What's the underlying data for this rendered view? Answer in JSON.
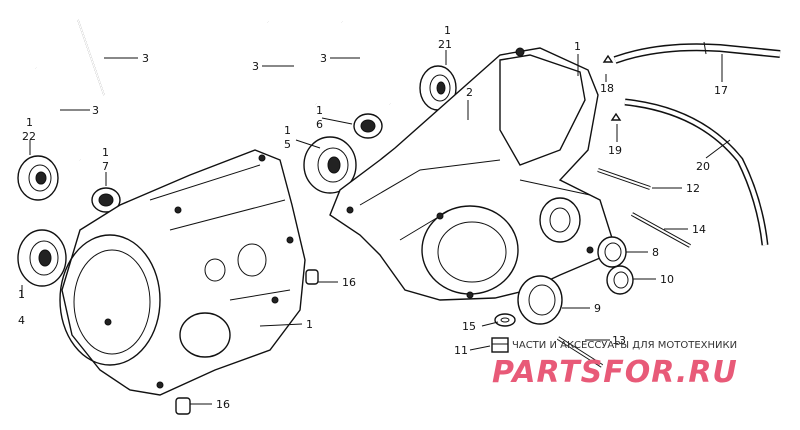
{
  "watermark": {
    "line1": "ЧАСТИ И АКСЕССУАРЫ ДЛЯ МОТОТЕХНИКИ",
    "line2": "PARTSFOR.RU"
  },
  "labels": [
    {
      "id": "l3a",
      "text": "3"
    },
    {
      "id": "l3b",
      "text": "3"
    },
    {
      "id": "l3c",
      "text": "3"
    },
    {
      "id": "l3d",
      "text": "3"
    },
    {
      "id": "l1_22",
      "text": "1"
    },
    {
      "id": "l22",
      "text": "22"
    },
    {
      "id": "l1_7",
      "text": "1"
    },
    {
      "id": "l7",
      "text": "7"
    },
    {
      "id": "l1_4",
      "text": "1"
    },
    {
      "id": "l4",
      "text": "4"
    },
    {
      "id": "l1_21",
      "text": "1"
    },
    {
      "id": "l21",
      "text": "21"
    },
    {
      "id": "l1_6",
      "text": "1"
    },
    {
      "id": "l6",
      "text": "6"
    },
    {
      "id": "l1_5",
      "text": "1"
    },
    {
      "id": "l5",
      "text": "5"
    },
    {
      "id": "l2",
      "text": "2"
    },
    {
      "id": "l1_top",
      "text": "1"
    },
    {
      "id": "l18",
      "text": "18"
    },
    {
      "id": "l17",
      "text": "17"
    },
    {
      "id": "l19",
      "text": "19"
    },
    {
      "id": "l20",
      "text": "20"
    },
    {
      "id": "l12",
      "text": "12"
    },
    {
      "id": "l14",
      "text": "14"
    },
    {
      "id": "l8",
      "text": "8"
    },
    {
      "id": "l10",
      "text": "10"
    },
    {
      "id": "l9",
      "text": "9"
    },
    {
      "id": "l16a",
      "text": "16"
    },
    {
      "id": "l1_mid",
      "text": "1"
    },
    {
      "id": "l15",
      "text": "15"
    },
    {
      "id": "l11",
      "text": "11"
    },
    {
      "id": "l13",
      "text": "13"
    },
    {
      "id": "l16b",
      "text": "16"
    }
  ]
}
